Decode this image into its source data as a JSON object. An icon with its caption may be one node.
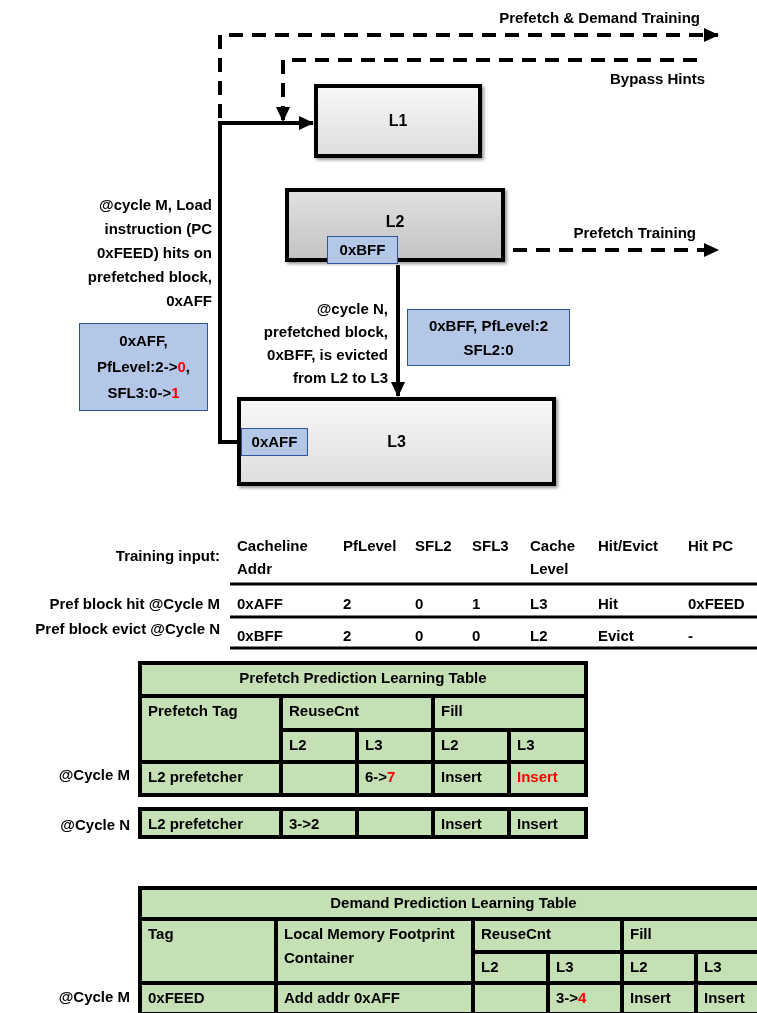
{
  "diagram": {
    "nodes": [
      {
        "text": [
          "L1"
        ]
      },
      {
        "text": [
          "L2"
        ]
      },
      {
        "text": [
          "0xBFF"
        ],
        "in": 1
      },
      {
        "text": [
          "L3"
        ]
      },
      {
        "text": [
          "0xAFF"
        ],
        "in": 3
      },
      {
        "text": [
          "0xAFF, PfLevel:2->*0*, SFL3:0->*1*"
        ]
      },
      {
        "text": [
          "0xBFF, PfLevel:2 SFL2:0"
        ]
      }
    ],
    "edges": [
      {
        "from": 4,
        "to": 0,
        "arrow": "to",
        "label": "@cycle M, Load instruction (PC 0xFEED) hits on prefetched block, 0xAFF"
      },
      {
        "from": 4,
        "to": null,
        "arrow": "to",
        "style": "dashed",
        "label": "Prefetch & Demand Training"
      },
      {
        "from": null,
        "to": 0,
        "arrow": "to",
        "style": "dashed",
        "label": "Bypass Hints"
      },
      {
        "from": 2,
        "to": null,
        "arrow": "to",
        "style": "dashed",
        "label": "Prefetch Training"
      },
      {
        "from": 2,
        "to": 3,
        "arrow": "to",
        "label": "@cycle N, prefetched block, 0xBFF, is evicted from L2 to L3"
      }
    ],
    "labels": [
      "Training input:",
      "Cacheline Addr",
      "PfLevel",
      "SFL2",
      "SFL3",
      "Cache Level",
      "Hit/Evict",
      "Hit PC",
      "Pref block hit @Cycle M",
      "0xAFF",
      "2",
      "0",
      "1",
      "L3",
      "Hit",
      "0xFEED",
      "Pref block evict @Cycle N",
      "0xBFF",
      "2",
      "0",
      "0",
      "L2",
      "Evict",
      "-",
      "Prefetch Prediction Learning Table",
      "Prefetch Tag",
      "ReuseCnt",
      "Fill",
      "L2",
      "L3",
      "L2",
      "L3",
      "@Cycle M",
      "L2 prefetcher",
      "6->*7*",
      "Insert",
      "*Insert*",
      "@Cycle N",
      "L2 prefetcher",
      "3->2",
      "Insert",
      "Insert",
      "Demand Prediction Learning Table",
      "Tag",
      "Local Memory Footprint Container",
      "ReuseCnt",
      "Fill",
      "L2",
      "L3",
      "L2",
      "L3",
      "@Cycle M",
      "0xFEED",
      "Add addr 0xAFF",
      "3->*4*",
      "Insert",
      "Insert"
    ]
  }
}
